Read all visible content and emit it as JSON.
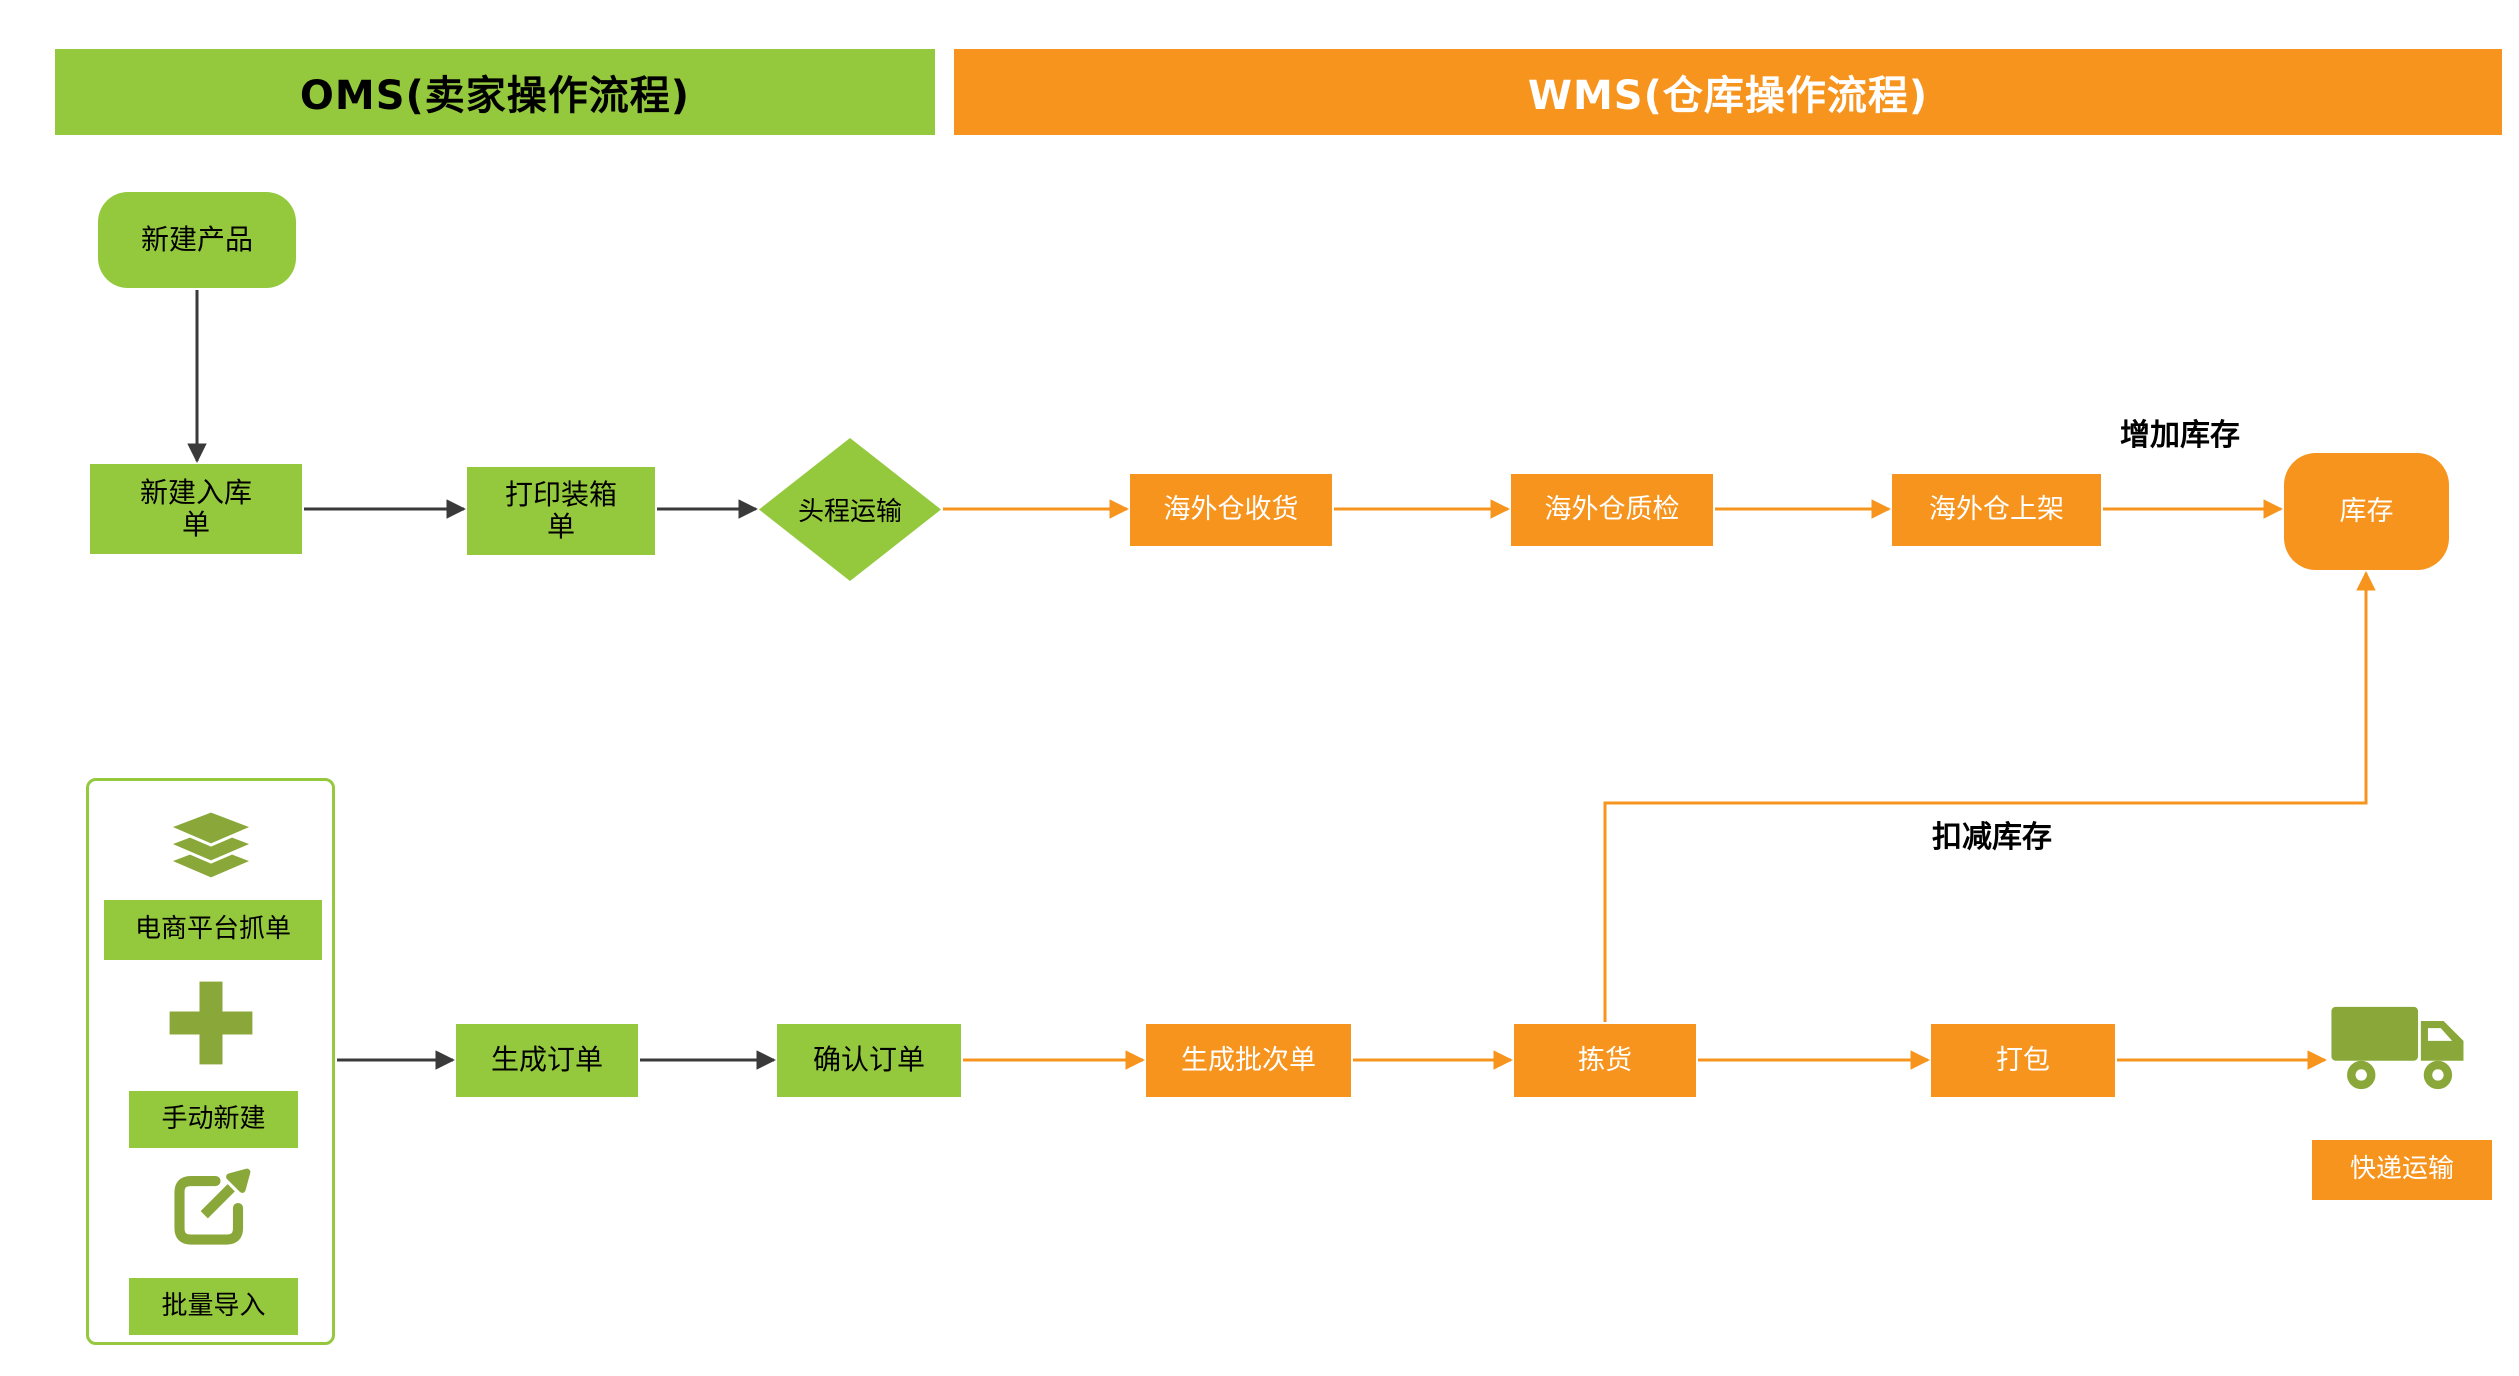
{
  "headers": {
    "oms": "OMS(卖家操作流程)",
    "wms": "WMS(仓库操作流程)"
  },
  "colors": {
    "green": "#94C83D",
    "orange": "#F7941E",
    "icon_green": "#8AA83A",
    "arrow_dark": "#3a3a3a"
  },
  "inbound_flow": {
    "new_product": "新建产品",
    "new_inbound_order": "新建入库单",
    "print_packing_list": "打印装箱单",
    "first_leg_transport": "头程运输",
    "overseas_receiving": "海外仓收货",
    "overseas_qc": "海外仓质检",
    "overseas_shelving": "海外仓上架",
    "inventory": "库存",
    "increase_inventory": "增加库存"
  },
  "order_flow": {
    "platform_grab": "电商平台抓单",
    "manual_create": "手动新建",
    "batch_import": "批量导入",
    "generate_order": "生成订单",
    "confirm_order": "确认订单",
    "generate_batch": "生成批次单",
    "picking": "拣货",
    "packing": "打包",
    "express_transport": "快递运输",
    "deduct_inventory": "扣减库存"
  },
  "icons": {
    "stack_icon": "layers-stack",
    "plus_icon": "plus",
    "export_icon": "batch-import-arrow",
    "truck_icon": "delivery-truck"
  }
}
